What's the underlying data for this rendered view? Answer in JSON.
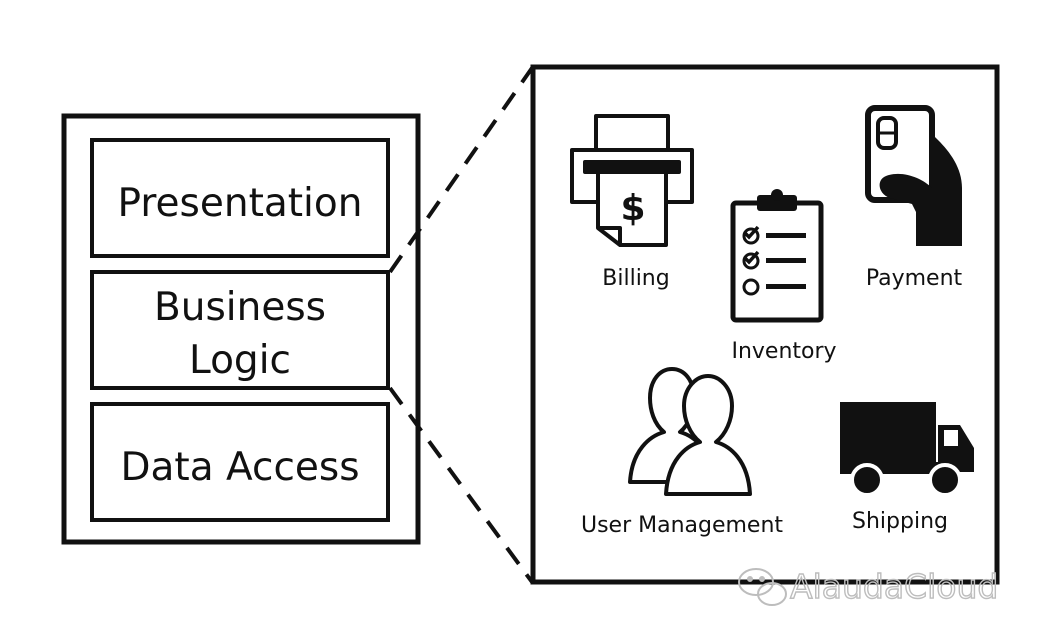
{
  "monolith": {
    "layers": [
      {
        "lines": [
          "Presentation"
        ]
      },
      {
        "lines": [
          "Business",
          "Logic"
        ]
      },
      {
        "lines": [
          "Data Access"
        ]
      }
    ]
  },
  "services": {
    "billing": {
      "label": "Billing",
      "icon": "billing-icon"
    },
    "inventory": {
      "label": "Inventory",
      "icon": "clipboard-icon"
    },
    "payment": {
      "label": "Payment",
      "icon": "hand-card-icon"
    },
    "user_management": {
      "label": "User Management",
      "icon": "users-icon"
    },
    "shipping": {
      "label": "Shipping",
      "icon": "truck-icon"
    }
  },
  "watermark": {
    "text": "AlaudaCloud",
    "icon": "wechat-icon"
  },
  "colors": {
    "ink": "#111111",
    "watermark": "#bdbdbd",
    "background": "#ffffff"
  }
}
